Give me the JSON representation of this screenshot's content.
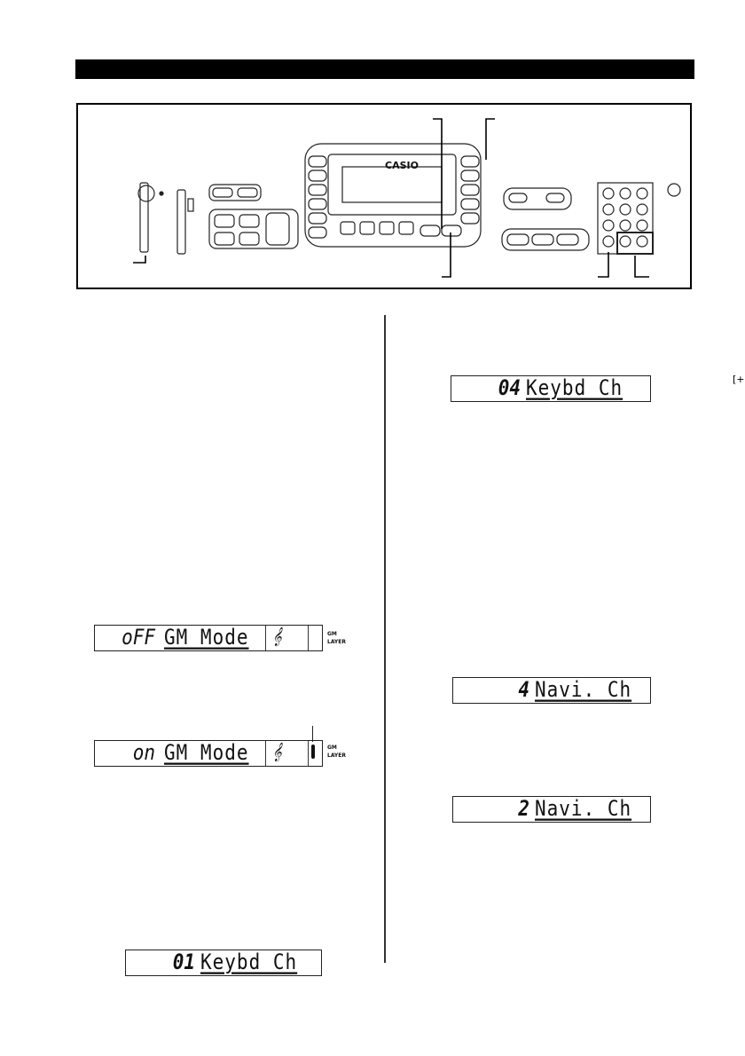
{
  "panel": {
    "brand": "CASIO",
    "plus_minus_label": "[+]/[−]"
  },
  "gm_tags": {
    "tag_top": "GM",
    "tag_bottom": "LAYER"
  },
  "displays": {
    "gm_off": {
      "value": "oFF",
      "label": "GM Mode"
    },
    "gm_on": {
      "value": "on",
      "label": "GM Mode"
    },
    "keybd_01": {
      "value": "01",
      "label": "Keybd Ch"
    },
    "keybd_04": {
      "value": "04",
      "label": "Keybd Ch"
    },
    "navi_4": {
      "value": "4",
      "label": "Navi. Ch"
    },
    "navi_2": {
      "value": "2",
      "label": "Navi. Ch"
    }
  }
}
